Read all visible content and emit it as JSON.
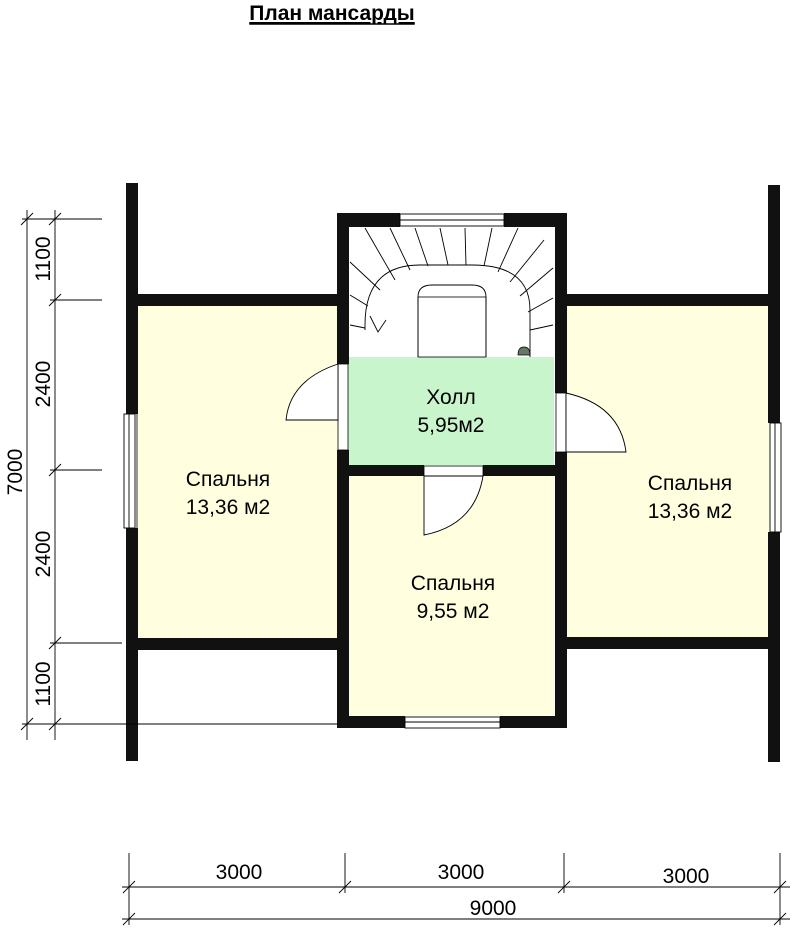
{
  "title": "План мансарды",
  "colors": {
    "wall": "#111111",
    "room_bedroom": "#ffffdf",
    "room_hall": "#c9f5cd",
    "background": "#ffffff"
  },
  "rooms": [
    {
      "id": "bedroom-left",
      "name": "Спальня",
      "area": "13,36 м2"
    },
    {
      "id": "hall",
      "name": "Холл",
      "area": "5,95м2"
    },
    {
      "id": "bedroom-right",
      "name": "Спальня",
      "area": "13,36 м2"
    },
    {
      "id": "bedroom-bottom",
      "name": "Спальня",
      "area": "9,55 м2"
    }
  ],
  "dimensions": {
    "horizontal": [
      "3000",
      "3000",
      "3000"
    ],
    "horizontal_total": "9000",
    "vertical": [
      "1100",
      "2400",
      "2400",
      "1100"
    ],
    "vertical_total": "7000"
  }
}
